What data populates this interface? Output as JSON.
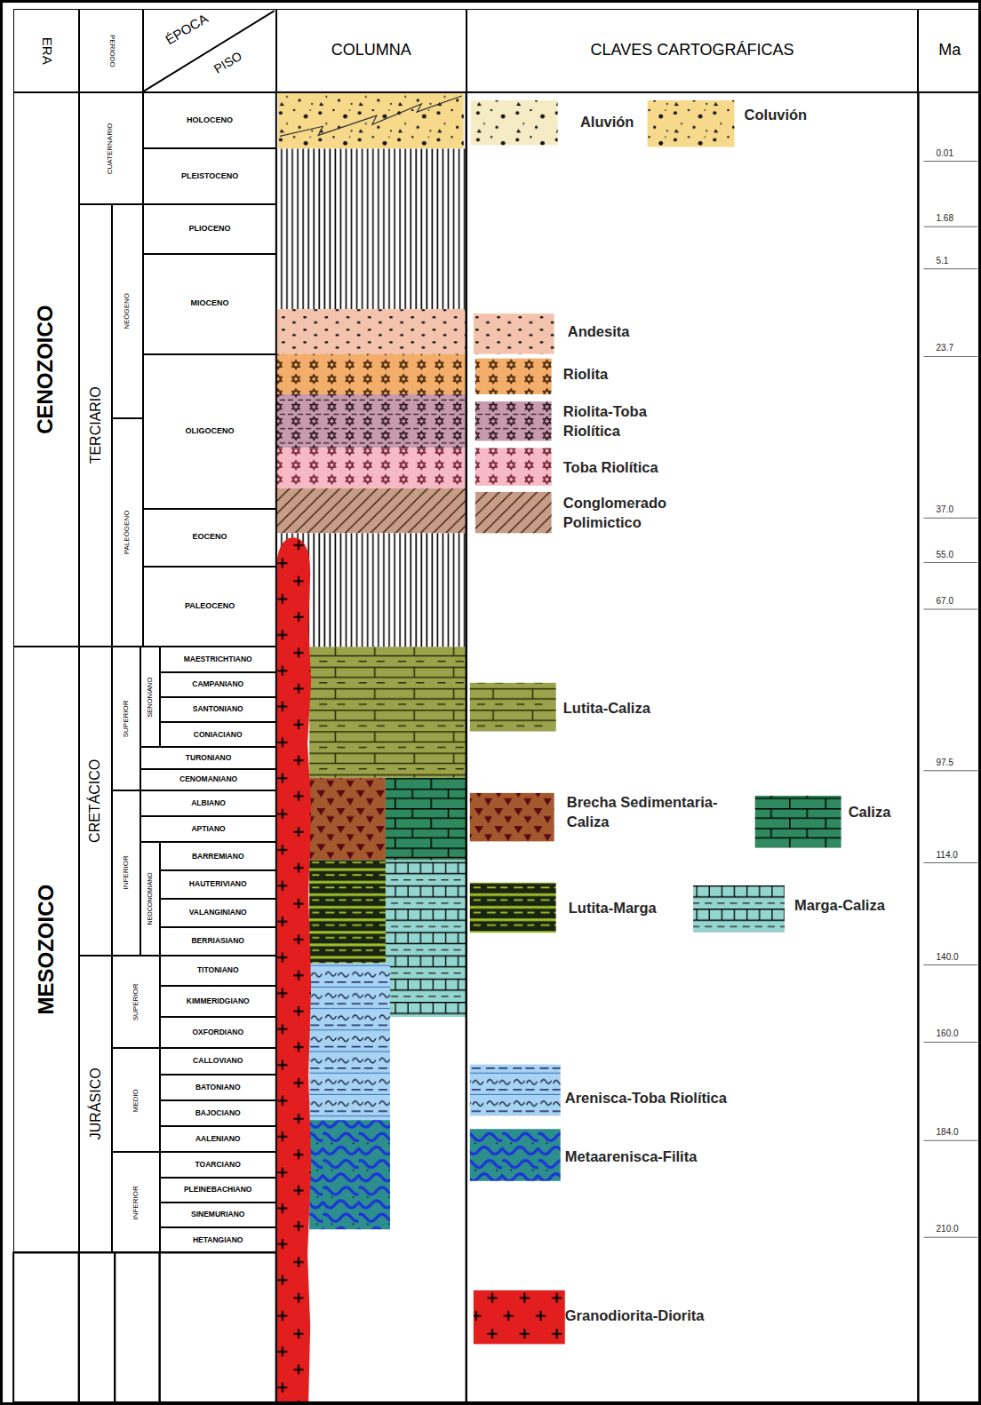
{
  "diagram": {
    "nodes": [
      {
        "text": [
          "ERA"
        ]
      },
      {
        "text": [
          "PERIODO"
        ]
      },
      {
        "text": [
          "ÉPOCA",
          "PISO"
        ]
      },
      {
        "text": [
          "COLUMNA"
        ]
      },
      {
        "text": [
          "CLAVES CARTOGRÁFICAS"
        ]
      },
      {
        "text": [
          "Ma"
        ]
      },
      {
        "text": [
          "CENOZOICO"
        ]
      },
      {
        "text": [
          "CUATERNARIO"
        ]
      },
      {
        "text": [
          "HOLOCENO"
        ]
      },
      {
        "text": [
          "PLEISTOCENO"
        ]
      },
      {
        "text": [
          "TERCIARIO"
        ]
      },
      {
        "text": [
          "NEÓGENO"
        ]
      },
      {
        "text": [
          "PLIOCENO"
        ]
      },
      {
        "text": [
          "MIOCENO"
        ]
      },
      {
        "text": [
          "PALEÓGENO"
        ]
      },
      {
        "text": [
          "OLIGOCENO"
        ]
      },
      {
        "text": [
          "EOCENO"
        ]
      },
      {
        "text": [
          "PALEOCENO"
        ]
      },
      {
        "text": [
          "MESOZOICO"
        ]
      },
      {
        "text": [
          "CRETÁCICO"
        ]
      },
      {
        "text": [
          "SUPERIOR"
        ]
      },
      {
        "text": [
          "SENONIANO"
        ]
      },
      {
        "text": [
          "MAESTRICHTIANO"
        ]
      },
      {
        "text": [
          "CAMPANIANO"
        ]
      },
      {
        "text": [
          "SANTONIANO"
        ]
      },
      {
        "text": [
          "CONIACIANO"
        ]
      },
      {
        "text": [
          "TURONIANO"
        ]
      },
      {
        "text": [
          "CENOMANIANO"
        ]
      },
      {
        "text": [
          "INFERIOR"
        ]
      },
      {
        "text": [
          "ALBIANO"
        ]
      },
      {
        "text": [
          "APTIANO"
        ]
      },
      {
        "text": [
          "NEOCONOMIANO"
        ]
      },
      {
        "text": [
          "BARREMIANO"
        ]
      },
      {
        "text": [
          "HAUTERIVIANO"
        ]
      },
      {
        "text": [
          "VALANGINIANO"
        ]
      },
      {
        "text": [
          "BERRIASIANO"
        ]
      },
      {
        "text": [
          "JURÁSICO"
        ]
      },
      {
        "text": [
          "SUPERIOR"
        ]
      },
      {
        "text": [
          "TITONIANO"
        ]
      },
      {
        "text": [
          "KIMMERIDGIANO"
        ]
      },
      {
        "text": [
          "OXFORDIANO"
        ]
      },
      {
        "text": [
          "MEDIO"
        ]
      },
      {
        "text": [
          "CALLOVIANO"
        ]
      },
      {
        "text": [
          "BATONIANO"
        ]
      },
      {
        "text": [
          "BAJOCIANO"
        ]
      },
      {
        "text": [
          "AALENIANO"
        ]
      },
      {
        "text": [
          "INFERIOR"
        ]
      },
      {
        "text": [
          "TOARCIANO"
        ]
      },
      {
        "text": [
          "PLEINEBACHIANO"
        ]
      },
      {
        "text": [
          "SINEMURIANO"
        ]
      },
      {
        "text": [
          "HETANGIANO"
        ]
      }
    ],
    "labels": [
      "0.01",
      "1.68",
      "5.1",
      "23.7",
      "37.0",
      "55.0",
      "67.0",
      "97.5",
      "114.0",
      "140.0",
      "160.0",
      "184.0",
      "210.0"
    ],
    "legend": [
      {
        "text": "Aluvión"
      },
      {
        "text": "Coluvión"
      },
      {
        "text": "Andesita"
      },
      {
        "text": "Riolita"
      },
      {
        "text": "Riolita-Toba Riolítica"
      },
      {
        "text": "Toba Riolítica"
      },
      {
        "text": "Conglomerado Polimictico"
      },
      {
        "text": "Lutita-Caliza"
      },
      {
        "text": "Brecha Sedimentaria-Caliza"
      },
      {
        "text": "Caliza"
      },
      {
        "text": "Lutita-Marga"
      },
      {
        "text": "Marga-Caliza"
      },
      {
        "text": "Arenisca-Toba Riolítica"
      },
      {
        "text": "Metaarenisca-Filita"
      },
      {
        "text": "Granodiorita-Diorita"
      }
    ]
  }
}
